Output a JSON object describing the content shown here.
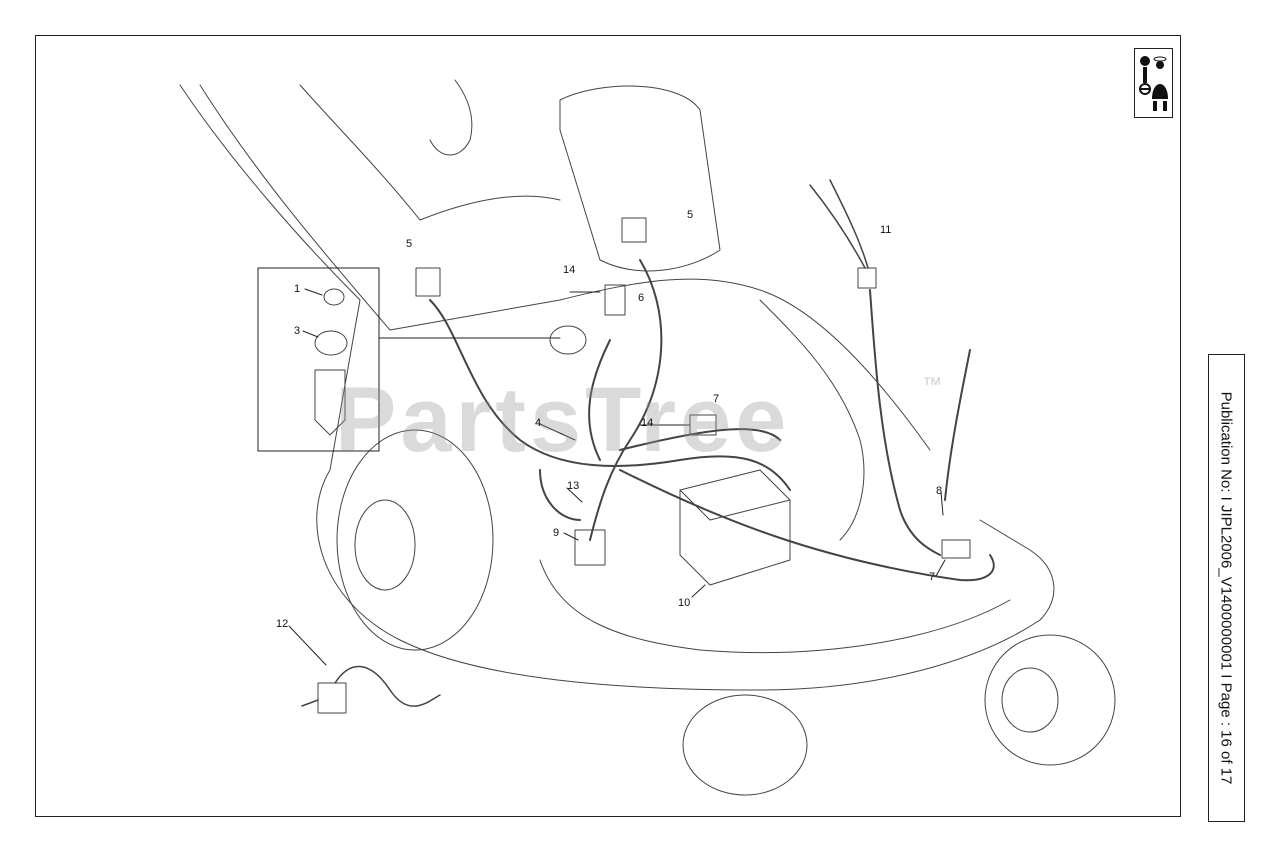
{
  "callouts": [
    {
      "id": "c1",
      "text": "1"
    },
    {
      "id": "c3",
      "text": "3"
    },
    {
      "id": "c5a",
      "text": "5"
    },
    {
      "id": "c5b",
      "text": "5"
    },
    {
      "id": "c14a",
      "text": "14"
    },
    {
      "id": "c6",
      "text": "6"
    },
    {
      "id": "c11",
      "text": "11"
    },
    {
      "id": "c7a",
      "text": "7"
    },
    {
      "id": "c14b",
      "text": "14"
    },
    {
      "id": "c4",
      "text": "4"
    },
    {
      "id": "c13",
      "text": "13"
    },
    {
      "id": "c9",
      "text": "9"
    },
    {
      "id": "c10",
      "text": "10"
    },
    {
      "id": "c8",
      "text": "8"
    },
    {
      "id": "c7b",
      "text": "7"
    },
    {
      "id": "c12",
      "text": "12"
    }
  ],
  "watermark": {
    "text": "PartsTree",
    "tm": "™"
  },
  "publication": {
    "text": "Publication No: I  JIPL2006_V1400000001 I Page : 16 of 17"
  },
  "icons": {
    "header": "mechanic-service-icon"
  }
}
